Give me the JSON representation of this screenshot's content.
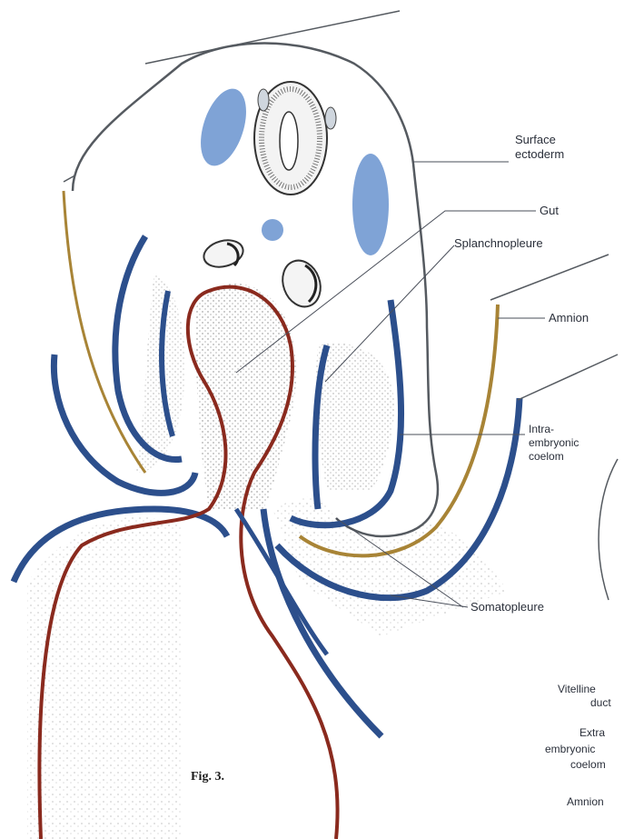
{
  "figure": {
    "caption": "Fig. 3."
  },
  "labels": {
    "surface_ectoderm_line1": "Surface",
    "surface_ectoderm_line2": "ectoderm",
    "gut": "Gut",
    "splanchnopleure": "Splanchnopleure",
    "amnion": "Amnion",
    "intra_line1": "Intra-",
    "intra_line2": "embryonic",
    "intra_line3": "coelom",
    "somatopleure": "Somatopleure",
    "vitelline_line1": "Vitelline",
    "vitelline_line2": "duct",
    "extra_line1": "Extra",
    "extra_line2": "embryonic",
    "extra_line3": "coelom",
    "amnion_bottom": "Amnion"
  },
  "colors": {
    "mesoderm_blue": "#2c4f8c",
    "somite_blue": "#7fa3d6",
    "endoderm_red": "#8a2a1e",
    "amnion_ochre": "#a88436",
    "ectoderm_outline": "#555a60"
  }
}
